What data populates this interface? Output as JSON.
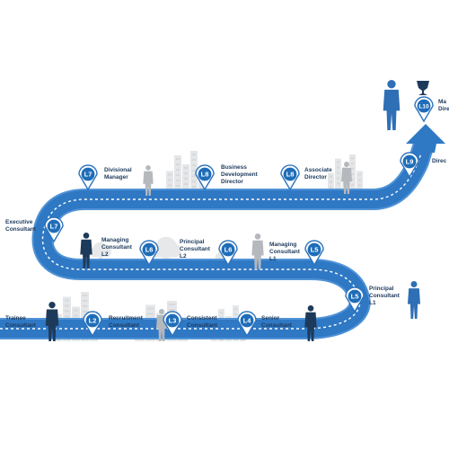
{
  "colors": {
    "road": "#2f78c4",
    "road_edge": "#4f92d6",
    "dash": "#ffffff",
    "pin_ring": "#2c73bd",
    "pin_fill": "#1f6db8",
    "label": "#1d3a5c",
    "building": "#e4e6e8",
    "tree": "#e7e8ea",
    "person_grey": "#b5b8bc",
    "person_blue": "#2f6fb5",
    "person_navy": "#1e3a5a"
  },
  "icons": [
    "location-pin-icon",
    "arrow-up-icon",
    "trophy-icon",
    "person-icon",
    "city-skyline-icon",
    "tree-icon"
  ],
  "milestones": [
    {
      "level": "L2",
      "lines": [
        "Recruitment",
        "Consultant"
      ]
    },
    {
      "level": "L3",
      "lines": [
        "Consistent",
        "Consultant"
      ]
    },
    {
      "level": "L4",
      "lines": [
        "Senior",
        "Consultant"
      ]
    },
    {
      "level": "L5",
      "lines": [
        "Principal",
        "Consultant",
        "L1"
      ]
    },
    {
      "level": "L5",
      "lines": [
        "Managing",
        "Consultant",
        "L1"
      ]
    },
    {
      "level": "L6",
      "lines": [
        "Principal",
        "Consultant",
        "L2"
      ]
    },
    {
      "level": "L6",
      "lines": [
        "Managing",
        "Consultant",
        "L2"
      ]
    },
    {
      "level": "L7",
      "lines": [
        "Executive",
        "Consultant"
      ]
    },
    {
      "level": "L7",
      "lines": [
        "Divisional",
        "Manager"
      ]
    },
    {
      "level": "L8",
      "lines": [
        "Business",
        "Development",
        "Director"
      ]
    },
    {
      "level": "L8",
      "lines": [
        "Associate",
        "Director"
      ]
    },
    {
      "level": "L9",
      "lines": [
        "Direc"
      ]
    },
    {
      "level": "L10",
      "lines": [
        "Ma",
        "Direc"
      ]
    }
  ],
  "start_label": {
    "lines": [
      "Trainee",
      "Consultant"
    ]
  }
}
